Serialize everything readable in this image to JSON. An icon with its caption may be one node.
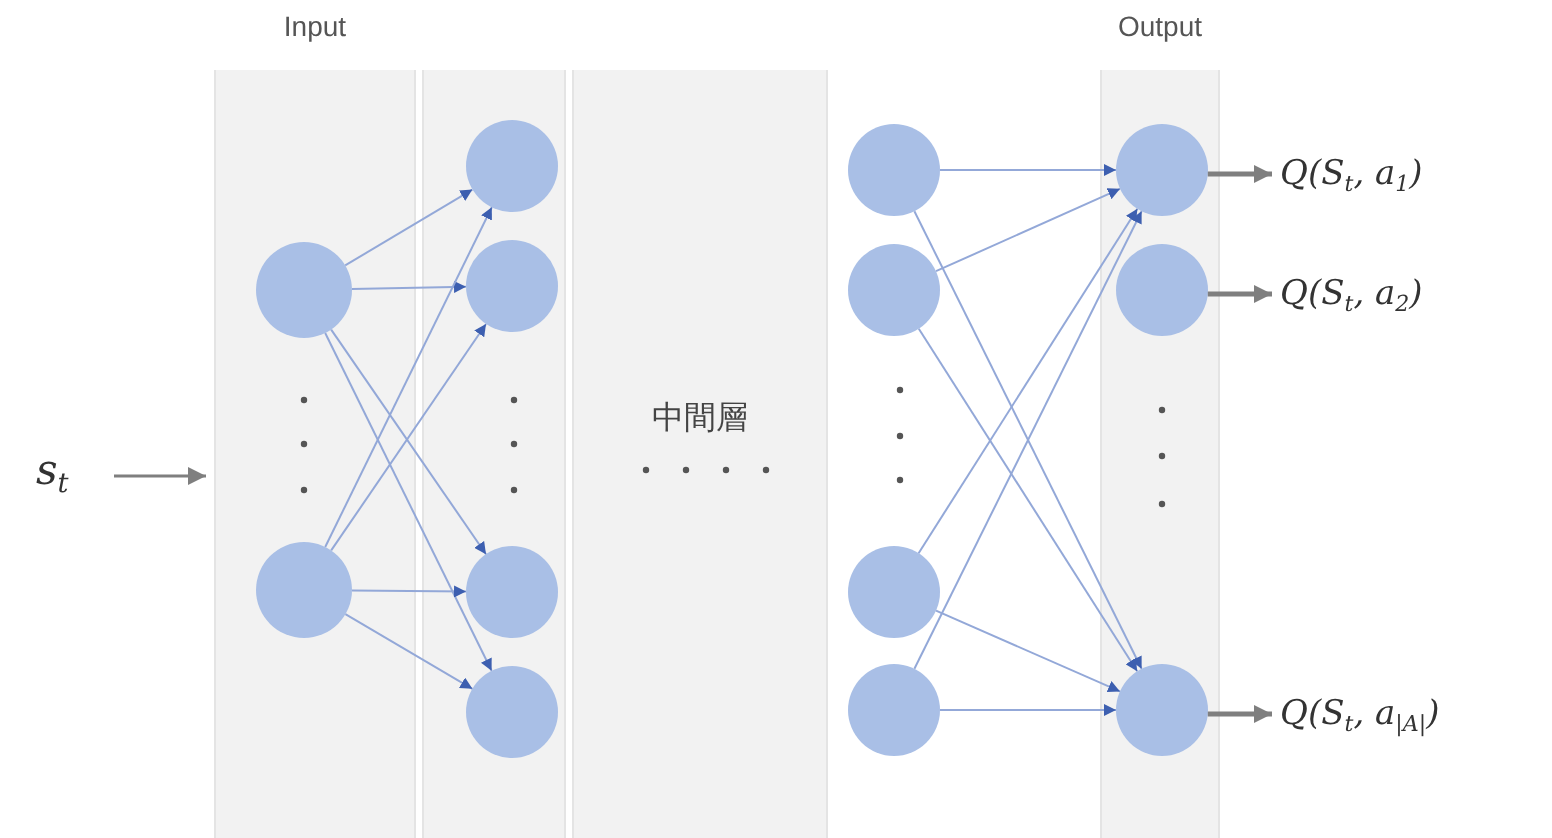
{
  "diagram": {
    "nodes": [
      {
        "text": [
          "Input"
        ]
      },
      {
        "text": [],
        "shape": "box"
      },
      {
        "text": [
          "中間層"
        ]
      },
      {
        "text": [
          "Output"
        ]
      },
      {
        "text": [
          "*s*$_{t}$"
        ]
      },
      {
        "text": [],
        "shape": "circle",
        "in": 0
      },
      {
        "text": [],
        "shape": "circle",
        "in": 0
      },
      {
        "text": [],
        "shape": "circle",
        "in": 1
      },
      {
        "text": [],
        "shape": "circle",
        "in": 1
      },
      {
        "text": [],
        "shape": "circle",
        "in": 1
      },
      {
        "text": [],
        "shape": "circle",
        "in": 1
      },
      {
        "text": [],
        "shape": "circle"
      },
      {
        "text": [],
        "shape": "circle"
      },
      {
        "text": [],
        "shape": "circle"
      },
      {
        "text": [],
        "shape": "circle"
      },
      {
        "text": [],
        "shape": "circle",
        "in": 3
      },
      {
        "text": [],
        "shape": "circle",
        "in": 3
      },
      {
        "text": [],
        "shape": "circle",
        "in": 3
      },
      {
        "text": [
          "*Q*(*S*$_{t}$, *a*$_{1}$)"
        ]
      },
      {
        "text": [
          "*Q*(*S*$_{t}$, *a*$_{2}$)"
        ]
      },
      {
        "text": [
          "*Q*(*S*$_{t}$, *a*$_{|A|}$)"
        ]
      }
    ],
    "edges": [
      {
        "from": 4,
        "to": 0,
        "arrow": "to",
        "color": "#7f7f7f"
      },
      {
        "from": 5,
        "to": 7,
        "arrow": "to"
      },
      {
        "from": 5,
        "to": 8,
        "arrow": "to"
      },
      {
        "from": 5,
        "to": 9,
        "arrow": "to"
      },
      {
        "from": 5,
        "to": 10,
        "arrow": "to"
      },
      {
        "from": 6,
        "to": 7,
        "arrow": "to"
      },
      {
        "from": 6,
        "to": 8,
        "arrow": "to"
      },
      {
        "from": 6,
        "to": 9,
        "arrow": "to"
      },
      {
        "from": 6,
        "to": 10,
        "arrow": "to"
      },
      {
        "from": 11,
        "to": 15,
        "arrow": "to"
      },
      {
        "from": 11,
        "to": 17,
        "arrow": "to"
      },
      {
        "from": 12,
        "to": 15,
        "arrow": "to"
      },
      {
        "from": 12,
        "to": 17,
        "arrow": "to"
      },
      {
        "from": 13,
        "to": 15,
        "arrow": "to"
      },
      {
        "from": 13,
        "to": 17,
        "arrow": "to"
      },
      {
        "from": 14,
        "to": 15,
        "arrow": "to"
      },
      {
        "from": 14,
        "to": 17,
        "arrow": "to"
      },
      {
        "from": 15,
        "to": 18,
        "arrow": "to",
        "style": "thick",
        "color": "#7f7f7f"
      },
      {
        "from": 16,
        "to": 19,
        "arrow": "to",
        "style": "thick",
        "color": "#7f7f7f"
      },
      {
        "from": 17,
        "to": 20,
        "arrow": "to",
        "style": "thick",
        "color": "#7f7f7f"
      }
    ]
  }
}
